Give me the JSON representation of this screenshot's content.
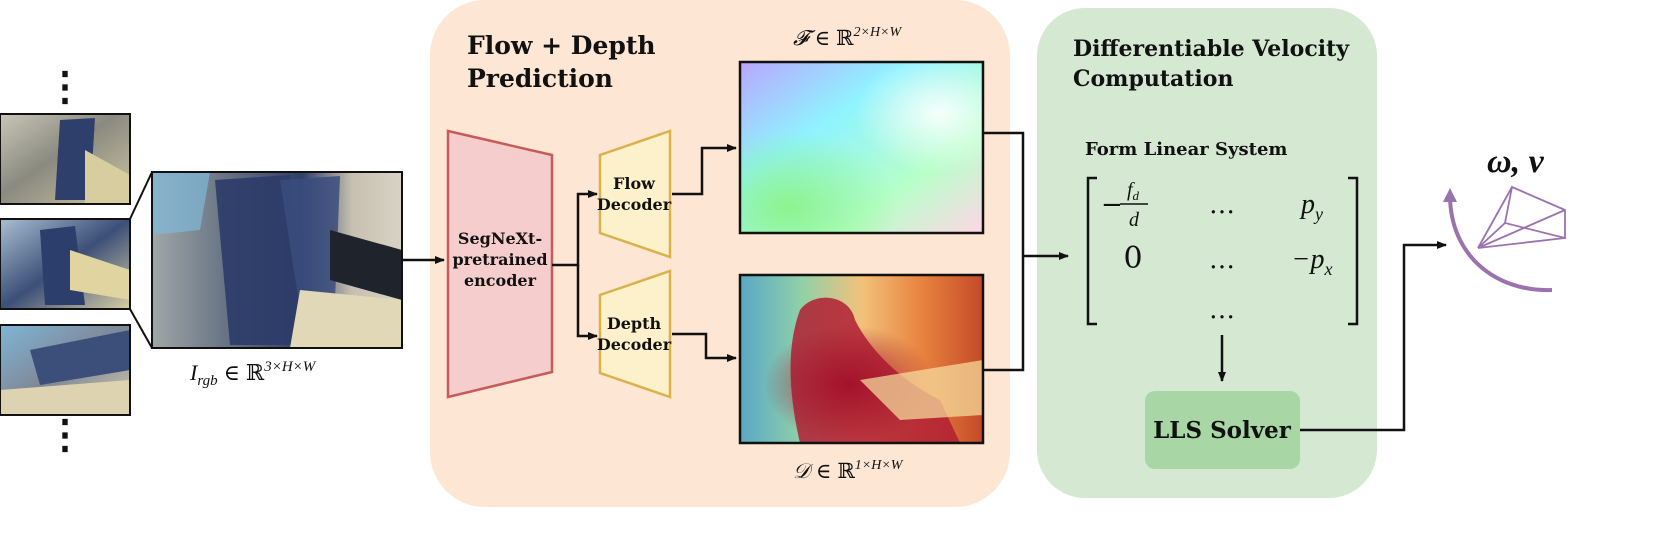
{
  "diagram": {
    "input": {
      "ellipsis_top": "⋮",
      "ellipsis_bottom": "⋮",
      "label": {
        "base": "I",
        "sub": "rgb",
        "rel": "∈",
        "set": "ℝ",
        "sup": "3×H×W"
      }
    },
    "stage_flow_depth": {
      "title_line1": "Flow + Depth",
      "title_line2": "Prediction",
      "color": "#fde6d4",
      "encoder": {
        "line1": "SegNeXt-",
        "line2": "pretrained",
        "line3": "encoder",
        "fill": "#f6cdcd",
        "stroke": "#c75b5b"
      },
      "flow_decoder": {
        "line1": "Flow",
        "line2": "Decoder",
        "fill": "#fdf1cc",
        "stroke": "#d9b24a"
      },
      "depth_decoder": {
        "line1": "Depth",
        "line2": "Decoder",
        "fill": "#fdf1cc",
        "stroke": "#d9b24a"
      },
      "flow_output": {
        "symbol": "𝓕",
        "rel": "∈",
        "set": "ℝ",
        "sup": "2×H×W"
      },
      "depth_output": {
        "symbol": "𝒟",
        "rel": "∈",
        "set": "ℝ",
        "sup": "1×H×W"
      }
    },
    "stage_velocity": {
      "title_line1": "Differentiable Velocity",
      "title_line2": "Computation",
      "color": "#d4e8d2",
      "form_label": "Form Linear System",
      "matrix": {
        "r1c1_sign": "−",
        "r1c1_num": "f",
        "r1c1_num_sub": "d",
        "r1c1_den": "d",
        "r1c2": "…",
        "r1c3": "p",
        "r1c3_sub": "y",
        "r2c1": "0",
        "r2c2": "…",
        "r2c3": "−p",
        "r2c3_sub": "x",
        "r3c2": "…"
      },
      "solver": {
        "label": "LLS Solver",
        "fill": "#a8d6a4"
      }
    },
    "output": {
      "label": "ω, v",
      "color": "#9a72b0"
    }
  }
}
